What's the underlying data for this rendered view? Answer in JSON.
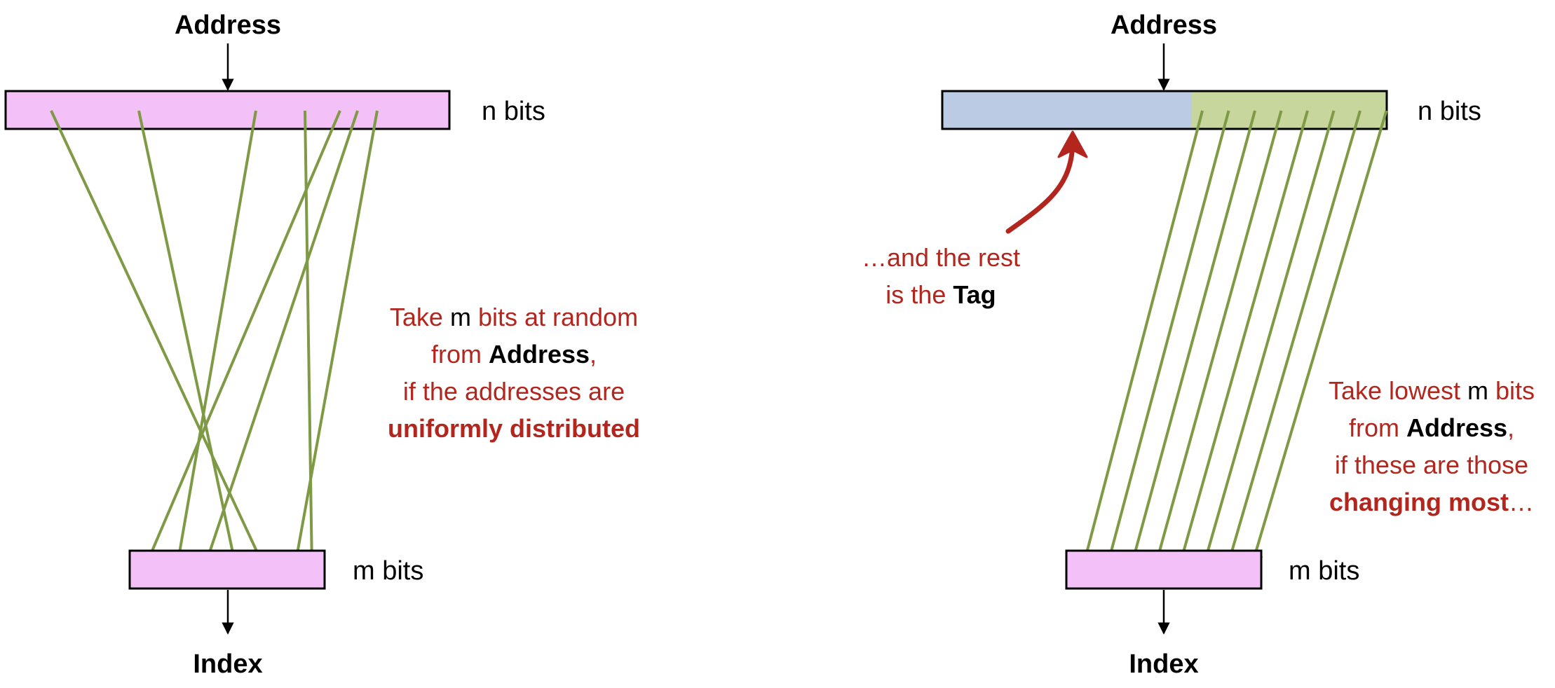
{
  "colors": {
    "register_fill_pink": "#f3c0f8",
    "tag_fill_blue": "#bccbe4",
    "index_field_green": "#c6d69c",
    "wire_green": "#7f9a45",
    "text_red": "#b3261e",
    "outline": "#000000"
  },
  "left_diagram": {
    "address_label": "Address",
    "address_width_label": "n bits",
    "index_width_label": "m bits",
    "index_label": "Index",
    "note": {
      "line1": {
        "red_a": "Take ",
        "black": "m",
        "red_b": " bits at random"
      },
      "line2": {
        "red": "from ",
        "black_bold": "Address",
        "red_end": ","
      },
      "line3": "if the addresses are",
      "line4": "uniformly distributed"
    }
  },
  "right_diagram": {
    "address_label": "Address",
    "address_width_label": "n bits",
    "index_width_label": "m bits",
    "index_label": "Index",
    "tag_note": {
      "line1": "…and the rest",
      "line2_red": "is the ",
      "line2_bold": "Tag"
    },
    "note": {
      "line1": {
        "red_a": "Take lowest ",
        "black": "m",
        "red_b": " bits"
      },
      "line2": {
        "red": "from ",
        "black_bold": "Address",
        "red_end": ","
      },
      "line3": "if these are those",
      "line4_bold": "changing most",
      "line4_end": "…"
    }
  }
}
